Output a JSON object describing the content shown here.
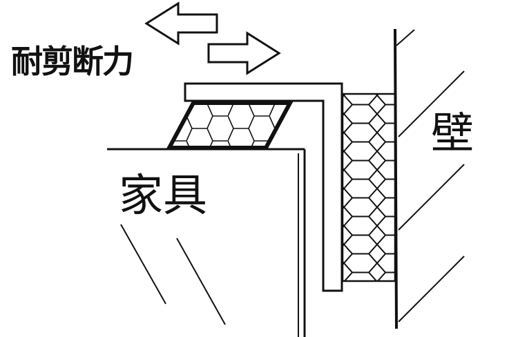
{
  "labels": {
    "shear_force": "耐剪断力",
    "furniture": "家具",
    "wall": "壁"
  },
  "colors": {
    "line": "#111111",
    "background": "#ffffff"
  }
}
